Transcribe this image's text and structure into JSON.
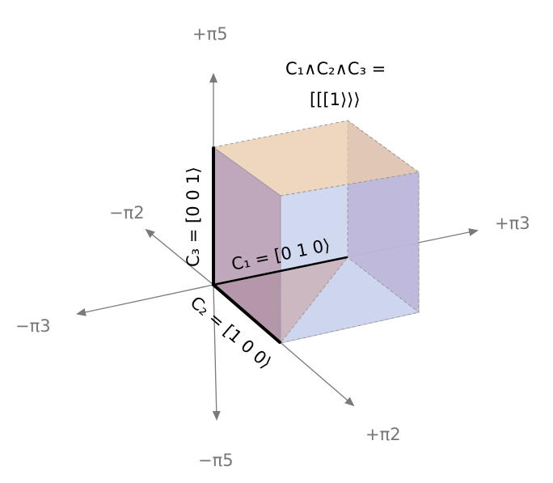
{
  "axes": {
    "pos_pi5": "+π5",
    "neg_pi5": "−π5",
    "pos_pi3": "+π3",
    "neg_pi3": "−π3",
    "pos_pi2": "+π2",
    "neg_pi2": "−π2"
  },
  "edges": {
    "c1": "C₁ = [0 1 0⟩",
    "c2": "C₂ = [1 0 0⟩",
    "c3": "C₃ = [0 0 1⟩"
  },
  "product": {
    "line1": "C₁∧C₂∧C₃ =",
    "line2": "[[[1⟩⟩⟩"
  },
  "colors": {
    "axis": "#7a7a7a",
    "top_face": "#e8c9a8",
    "right_face": "#b8aed3",
    "left_face": "#a98aa6",
    "back_face": "#c9d2ee",
    "bottom_face": "#dcd3e0",
    "front_bottom_face": "#c9a09a",
    "edge_vector": "#000000"
  }
}
